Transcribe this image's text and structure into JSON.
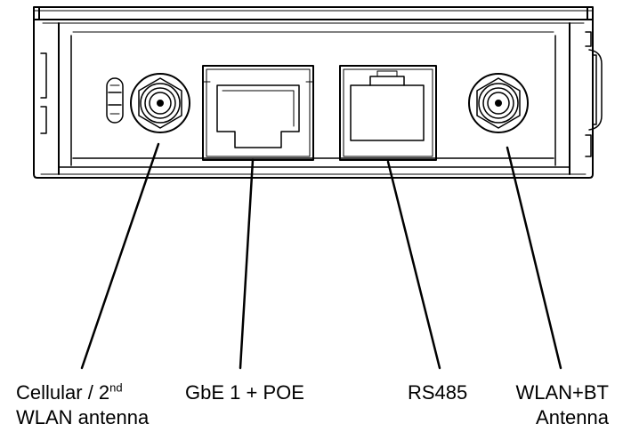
{
  "device": {
    "ports": [
      {
        "name": "cellular-antenna-connector"
      },
      {
        "name": "gbe-poe-port"
      },
      {
        "name": "rs485-port"
      },
      {
        "name": "wlan-bt-antenna-connector"
      }
    ]
  },
  "labels": {
    "cellular": {
      "line1_main": "Cellular / 2",
      "line1_sup": "nd",
      "line2": "WLAN antenna"
    },
    "gbe": "GbE 1 + POE",
    "rs485": "RS485",
    "wlan_bt": {
      "line1": "WLAN+BT",
      "line2": "Antenna"
    }
  }
}
